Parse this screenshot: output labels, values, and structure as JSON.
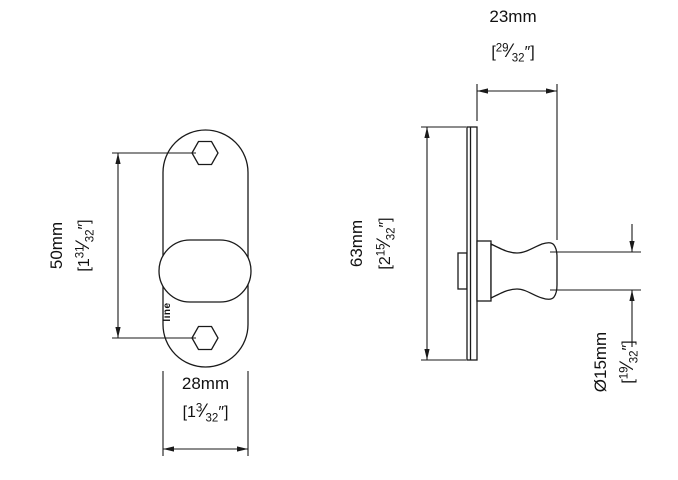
{
  "brand": "line",
  "dimensions": {
    "front_height": {
      "mm": "50mm",
      "prefix": "[1",
      "num": "31",
      "slash": "⁄",
      "den": "32",
      "suffix": "″]"
    },
    "front_width": {
      "mm": "28mm",
      "prefix": "[1",
      "num": "3",
      "slash": "⁄",
      "den": "32",
      "suffix": "″]"
    },
    "knob_depth": {
      "mm": "23mm",
      "prefix": "[",
      "num": "29",
      "slash": "⁄",
      "den": "32",
      "suffix": "″]"
    },
    "side_height": {
      "mm": "63mm",
      "prefix": "[2",
      "num": "15",
      "slash": "⁄",
      "den": "32",
      "suffix": "″]"
    },
    "knob_diameter": {
      "mm": "Ø15mm",
      "prefix": "[",
      "num": "19",
      "slash": "⁄",
      "den": "32",
      "suffix": "″]"
    }
  }
}
